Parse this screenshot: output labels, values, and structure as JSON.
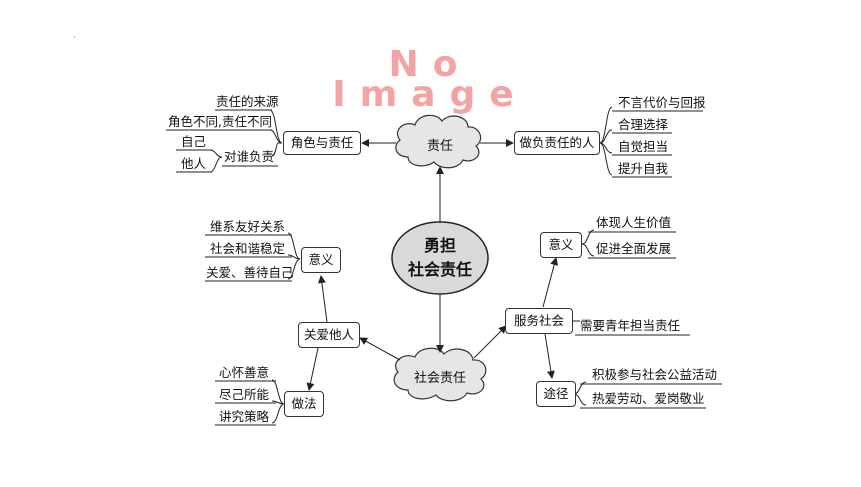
{
  "watermark": {
    "line1": "No",
    "line2": "Image"
  },
  "center": {
    "line1": "勇担",
    "line2": "社会责任"
  },
  "top_cloud": "责任",
  "bottom_cloud": "社会责任",
  "left_top": {
    "box": "角色与责任",
    "items": [
      "责任的来源",
      "角色不同,责任不同"
    ],
    "sub_box": "对谁负责",
    "sub_items": [
      "自己",
      "他人"
    ]
  },
  "right_top": {
    "box": "做负责任的人",
    "items": [
      "不言代价与回报",
      "合理选择",
      "自觉担当",
      "提升自我"
    ]
  },
  "left_bottom": {
    "box": "关爱他人",
    "meaning_box": "意义",
    "meaning_items": [
      "维系友好关系",
      "社会和谐稳定",
      "关爱、善待自己"
    ],
    "method_box": "做法",
    "method_items": [
      "心怀善意",
      "尽己所能",
      "讲究策略"
    ]
  },
  "right_bottom": {
    "box": "服务社会",
    "meaning_box": "意义",
    "meaning_items": [
      "体现人生价值",
      "促进全面发展"
    ],
    "need": "需要青年担当责任",
    "way_box": "途径",
    "way_items": [
      "积极参与社会公益活动",
      "热爱劳动、爱岗敬业"
    ]
  }
}
